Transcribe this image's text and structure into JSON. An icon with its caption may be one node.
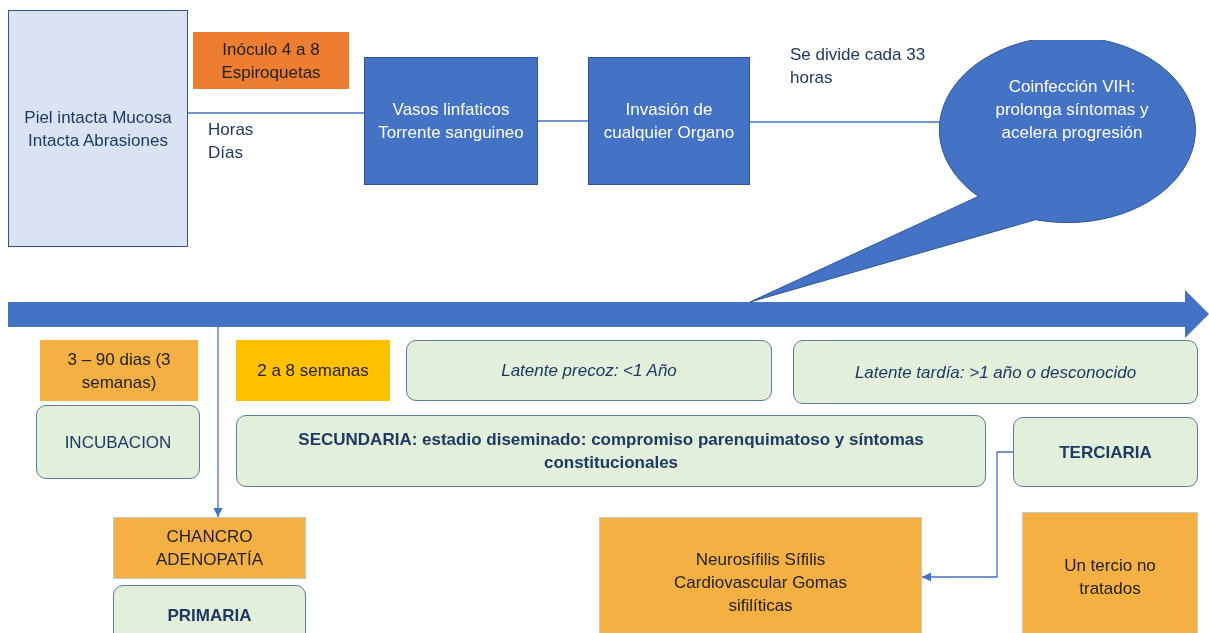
{
  "diagram": {
    "nodes": [
      {
        "text": [
          "Piel intacta Mucosa Intacta Abrasiones"
        ]
      },
      {
        "text": [
          "Inóculo 4 a 8 Espiroquetas"
        ]
      },
      {
        "text": [
          "Vasos linfaticos Torrente sanguineo"
        ]
      },
      {
        "text": [
          "Invasión de cualquier Organo"
        ]
      },
      {
        "text": [
          "Coinfección VIH: prolonga síntomas y acelera progresión"
        ]
      },
      {
        "text": [
          "3 – 90 dias (3 semanas)"
        ]
      },
      {
        "text": [
          "INCUBACION"
        ]
      },
      {
        "text": [
          "2 a 8 semanas"
        ]
      },
      {
        "text": [
          "Latente precoz: <1 Año"
        ]
      },
      {
        "text": [
          "Latente tardía: >1 año o desconocido"
        ]
      },
      {
        "text": [
          "SECUNDARIA: estadio diseminado: compromiso parenquimatoso y síntomas constitucionales"
        ]
      },
      {
        "text": [
          "TERCIARIA"
        ]
      },
      {
        "text": [
          "CHANCRO ADENOPATÍA"
        ]
      },
      {
        "text": [
          "PRIMARIA"
        ]
      },
      {
        "text": [
          "Neurosífilis Sífilis Cardiovascular Gomas sifilíticas"
        ]
      },
      {
        "text": [
          "Un tercio no tratados"
        ]
      }
    ],
    "edges": [
      {
        "from": 0,
        "to": 2,
        "arrow": "none",
        "label": "Horas Días"
      },
      {
        "from": 2,
        "to": 3,
        "arrow": "none"
      },
      {
        "from": 3,
        "to": 4,
        "arrow": "none",
        "label": "Se divide cada 33 horas"
      },
      {
        "from": null,
        "to": 12,
        "arrow": "to"
      },
      {
        "from": 11,
        "to": 14,
        "arrow": "to"
      }
    ]
  }
}
